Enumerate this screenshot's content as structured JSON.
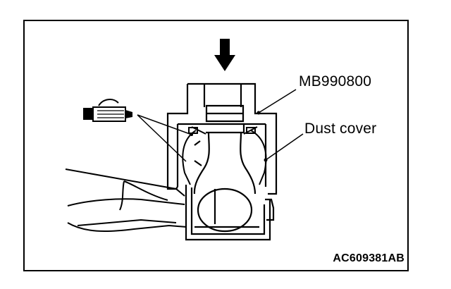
{
  "labels": {
    "tool": "MB990800",
    "dust_cover": "Dust cover",
    "figure_code": "AC609381AB"
  },
  "icons": {
    "arrow": "down-arrow-icon",
    "grease_gun": "grease-gun-icon"
  },
  "colors": {
    "line": "#000000",
    "background": "#ffffff"
  }
}
